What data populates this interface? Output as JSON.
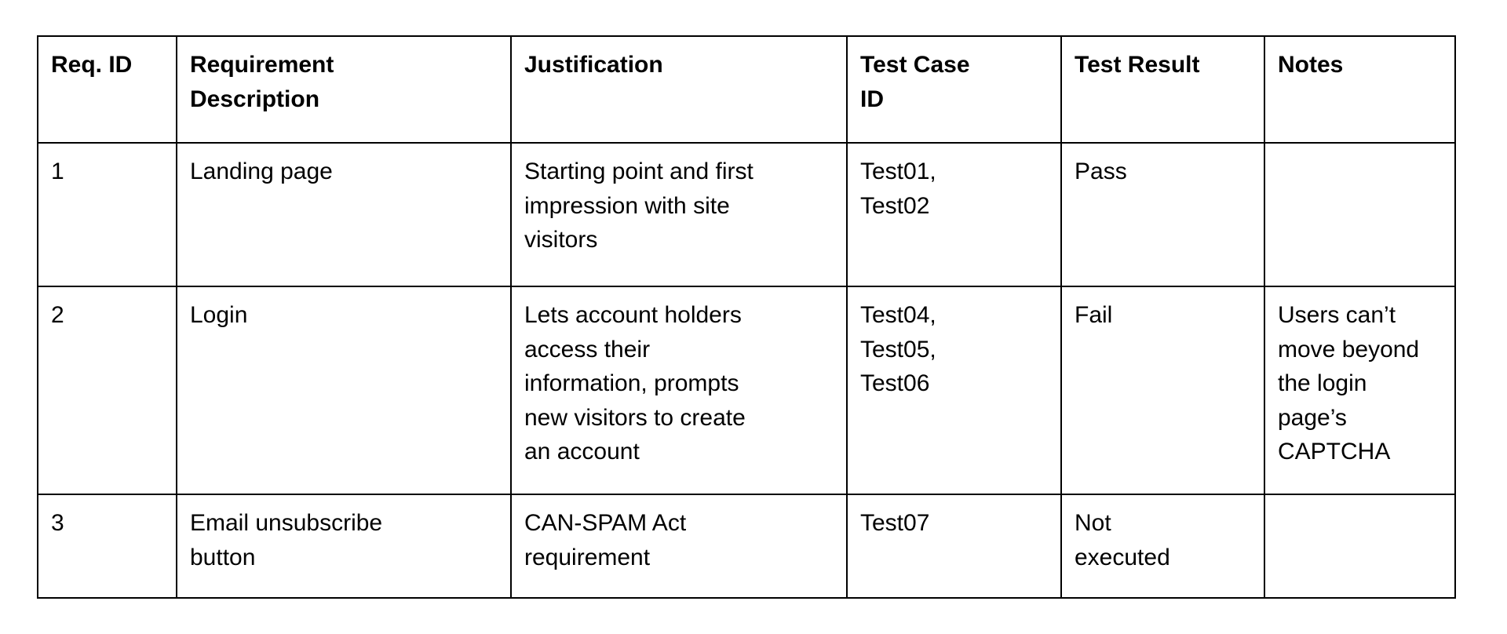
{
  "table": {
    "headers": [
      "Req. ID",
      "Requirement\nDescription",
      "Justification",
      "Test Case\nID",
      "Test Result",
      "Notes"
    ],
    "rows": [
      {
        "cells": [
          "1",
          "Landing page",
          "Starting point and first\nimpression with site\nvisitors",
          "Test01,\nTest02",
          "Pass",
          ""
        ]
      },
      {
        "cells": [
          "2",
          "Login",
          "Lets account holders\naccess their\ninformation, prompts\nnew visitors to create\nan account",
          "Test04,\nTest05,\nTest06",
          "Fail",
          "Users can’t\nmove beyond\nthe login\npage’s\nCAPTCHA"
        ]
      },
      {
        "cells": [
          "3",
          "Email unsubscribe\nbutton",
          "CAN-SPAM Act\nrequirement",
          "Test07",
          "Not\nexecuted",
          ""
        ]
      }
    ]
  },
  "colors": {
    "border": "#000000",
    "background": "#ffffff",
    "text": "#000000"
  }
}
